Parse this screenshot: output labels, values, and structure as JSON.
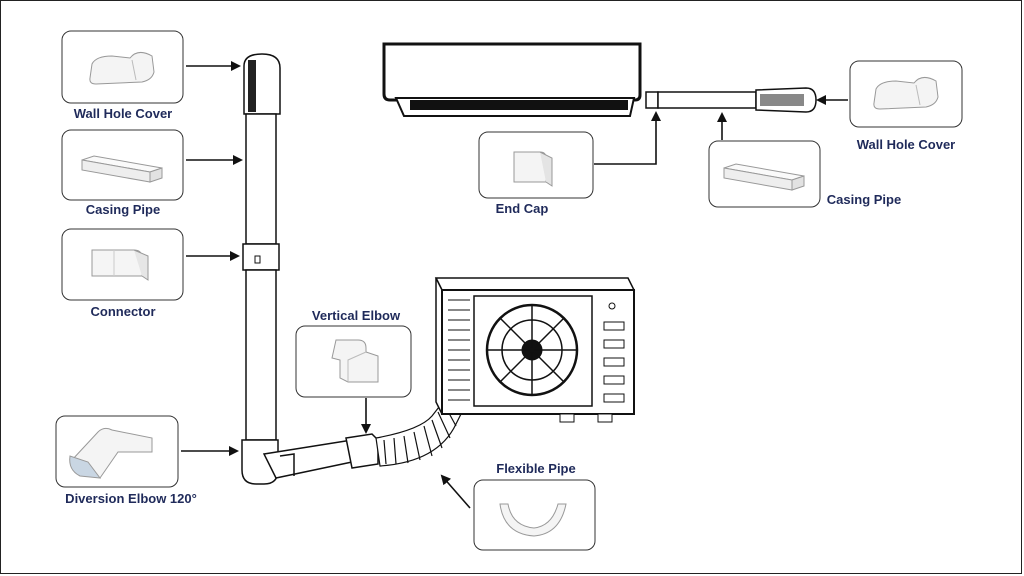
{
  "labels": {
    "wall_hole_cover_left": "Wall Hole Cover",
    "casing_pipe_left": "Casing Pipe",
    "connector": "Connector",
    "vertical_elbow": "Vertical Elbow",
    "diversion_elbow": "Diversion Elbow 120°",
    "end_cap": "End Cap",
    "casing_pipe_right": "Casing Pipe",
    "wall_hole_cover_right": "Wall Hole Cover",
    "flexible_pipe": "Flexible Pipe"
  },
  "colors": {
    "label": "#1f2a5a",
    "line": "#111111",
    "part_fill": "#f2f2f2"
  }
}
